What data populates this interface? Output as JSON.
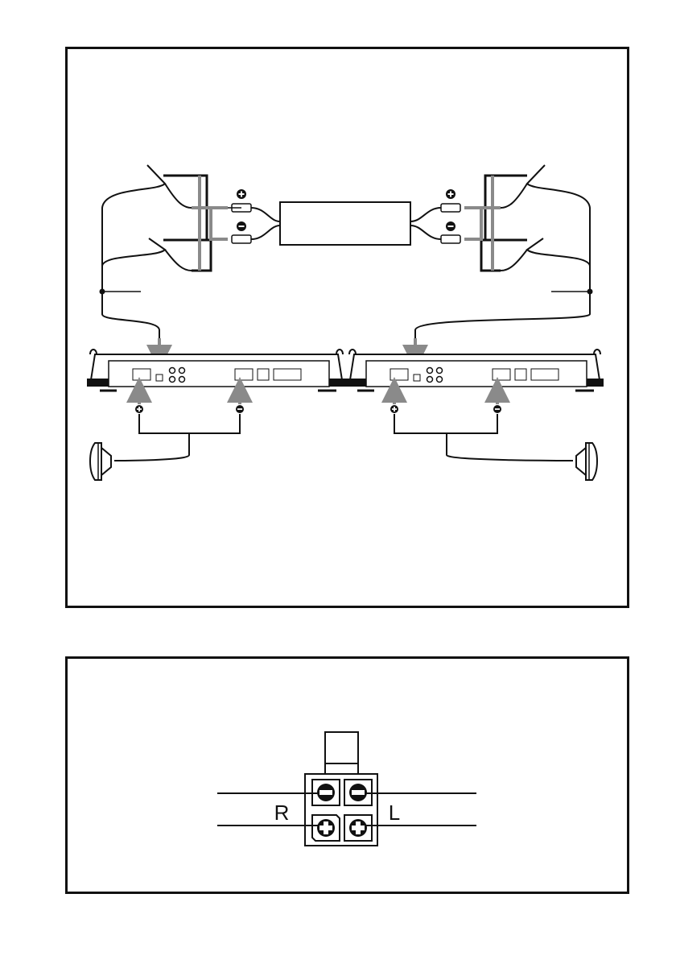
{
  "figures": [
    {
      "id": "wiring",
      "description_visible": false
    },
    {
      "id": "connector",
      "labels": {
        "right": "R",
        "left": "L"
      }
    }
  ],
  "symbols": {
    "plus": "plus-circle-icon",
    "minus": "minus-circle-icon"
  },
  "colors": {
    "line": "#111111",
    "guide_gray": "#8a8a8a",
    "background": "#ffffff"
  }
}
